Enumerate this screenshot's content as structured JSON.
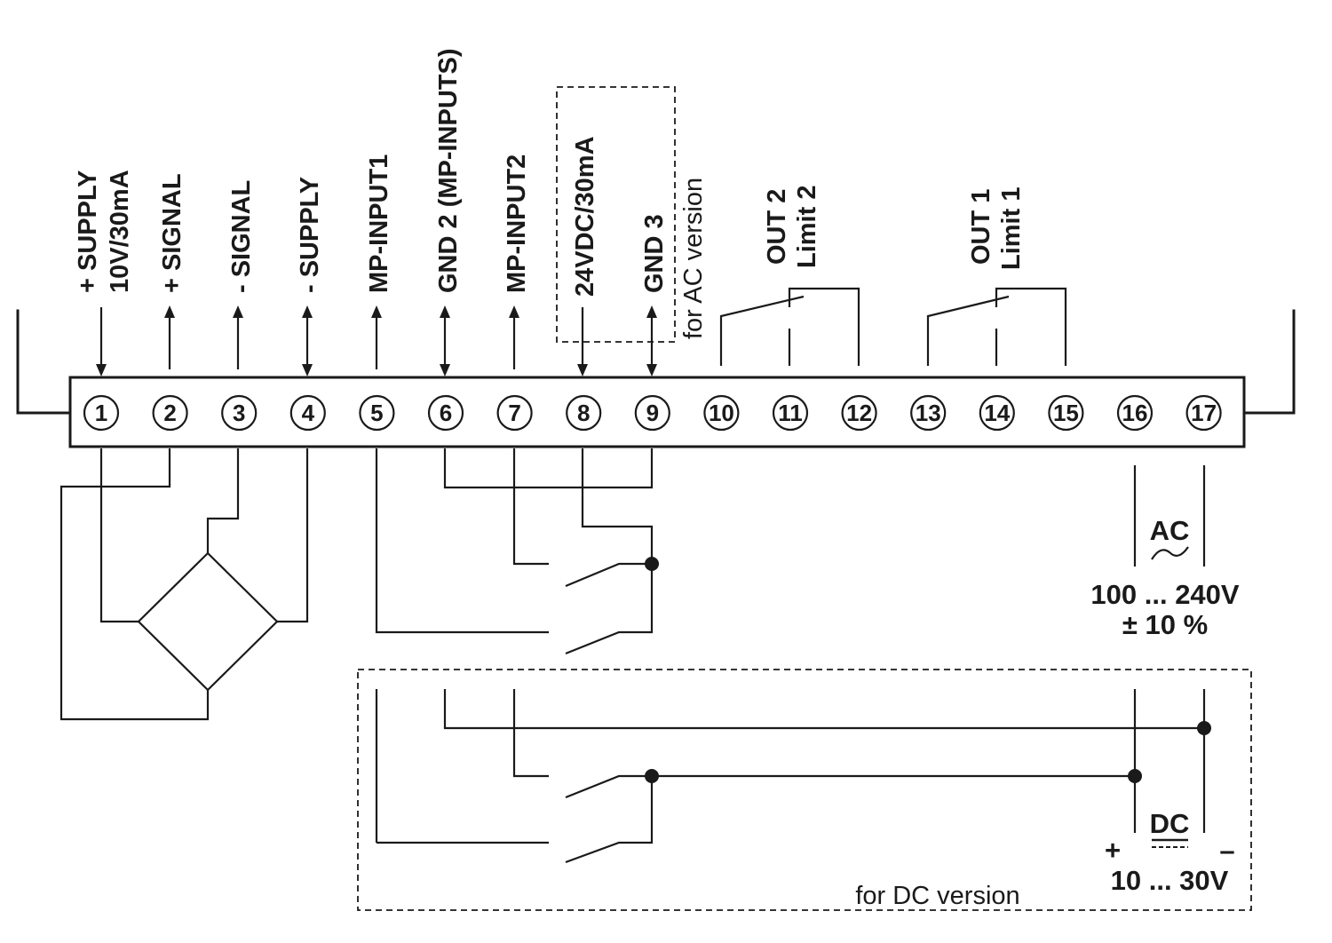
{
  "terminal_labels": {
    "t1": [
      "+ SUPPLY",
      "10V/30mA"
    ],
    "t2": "+ SIGNAL",
    "t3": "- SIGNAL",
    "t4": "- SUPPLY",
    "t5": "MP-INPUT1",
    "t6": "GND 2 (MP-INPUTS)",
    "t7": "MP-INPUT2",
    "t8": "24VDC/30mA",
    "t9": "GND 3",
    "ac_version_note": "for AC version"
  },
  "relays": {
    "out2": [
      "OUT 2",
      "Limit 2"
    ],
    "out1": [
      "OUT 1",
      "Limit 1"
    ]
  },
  "terminals": [
    "1",
    "2",
    "3",
    "4",
    "5",
    "6",
    "7",
    "8",
    "9",
    "10",
    "11",
    "12",
    "13",
    "14",
    "15",
    "16",
    "17"
  ],
  "ac_supply": {
    "label": "AC",
    "symbol": "~",
    "range": "100 ... 240V",
    "tolerance": "± 10 %"
  },
  "dc_supply": {
    "label": "DC",
    "plus": "+",
    "minus": "–",
    "range": "10 ... 30V",
    "version_note": "for DC version"
  }
}
